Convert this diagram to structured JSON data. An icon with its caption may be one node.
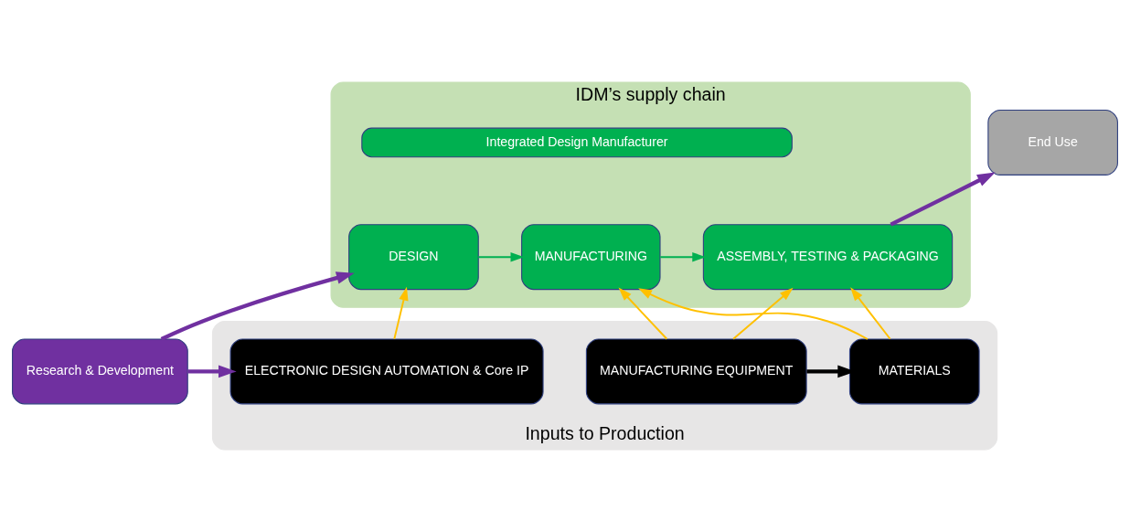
{
  "diagram": {
    "nodes": [
      {
        "text": [
          "IDM’s supply chain"
        ]
      },
      {
        "text": [
          "Integrated Design Manufacturer"
        ],
        "in": 0
      },
      {
        "text": [
          "DESIGN"
        ],
        "in": 0
      },
      {
        "text": [
          "MANUFACTURING"
        ],
        "in": 0
      },
      {
        "text": [
          "ASSEMBLY, TESTING & PACKAGING"
        ],
        "in": 0
      },
      {
        "text": [
          "Research & Development"
        ]
      },
      {
        "text": [
          "End Use"
        ]
      },
      {
        "text": [
          "Inputs to Production"
        ]
      },
      {
        "text": [
          "ELECTRONIC DESIGN AUTOMATION & Core IP"
        ],
        "in": 7
      },
      {
        "text": [
          "MANUFACTURING EQUIPMENT"
        ],
        "in": 7
      },
      {
        "text": [
          "MATERIALS"
        ],
        "in": 7
      }
    ],
    "edges": [
      {
        "from": 2,
        "to": 3,
        "arrow": "to",
        "color": "#00b050"
      },
      {
        "from": 3,
        "to": 4,
        "arrow": "to",
        "color": "#00b050"
      },
      {
        "from": 4,
        "to": 6,
        "arrow": "to",
        "style": "thick",
        "color": "#7030a0"
      },
      {
        "from": 5,
        "to": 2,
        "arrow": "to",
        "style": "thick",
        "color": "#7030a0"
      },
      {
        "from": 5,
        "to": 8,
        "arrow": "to",
        "style": "thick",
        "color": "#7030a0"
      },
      {
        "from": 8,
        "to": 2,
        "arrow": "to"
      },
      {
        "from": 9,
        "to": 3,
        "arrow": "to"
      },
      {
        "from": 9,
        "to": 4,
        "arrow": "to"
      },
      {
        "from": 10,
        "to": 3,
        "arrow": "to"
      },
      {
        "from": 10,
        "to": 4,
        "arrow": "to"
      },
      {
        "from": 9,
        "to": 10,
        "arrow": "to",
        "style": "thick",
        "color": "#000000"
      }
    ]
  }
}
